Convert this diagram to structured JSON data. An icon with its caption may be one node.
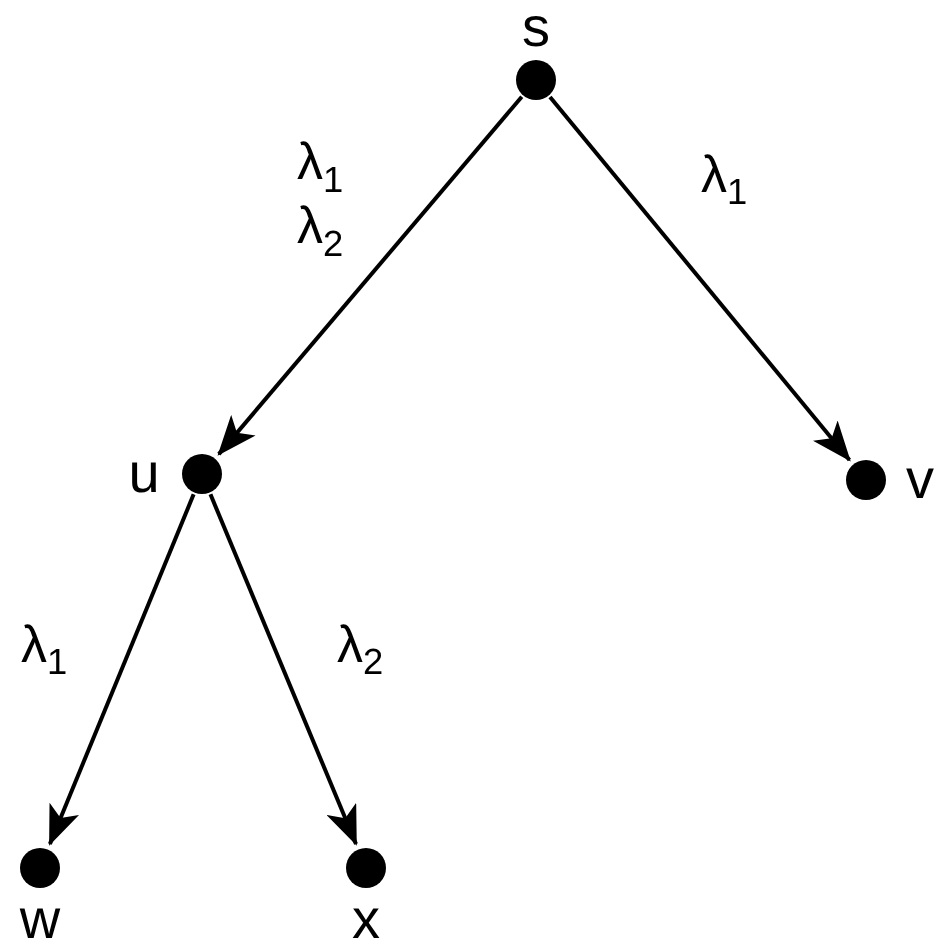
{
  "diagram": {
    "nodes": [
      {
        "text": [],
        "shape": "circle",
        "beside": [
          "s"
        ]
      },
      {
        "text": [],
        "shape": "circle",
        "beside": [
          "u"
        ]
      },
      {
        "text": [],
        "shape": "circle",
        "beside": [
          "v"
        ]
      },
      {
        "text": [],
        "shape": "circle",
        "beside": [
          "w"
        ]
      },
      {
        "text": [],
        "shape": "circle",
        "beside": [
          "x"
        ]
      }
    ],
    "edges": [
      {
        "from": 0,
        "to": 1,
        "arrow": "to",
        "label": "λ$_{1}$ λ$_{2}$"
      },
      {
        "from": 0,
        "to": 2,
        "arrow": "to",
        "label": "λ$_{1}$"
      },
      {
        "from": 1,
        "to": 3,
        "arrow": "to",
        "label": "λ$_{1}$"
      },
      {
        "from": 1,
        "to": 4,
        "arrow": "to",
        "label": "λ$_{2}$"
      }
    ]
  }
}
